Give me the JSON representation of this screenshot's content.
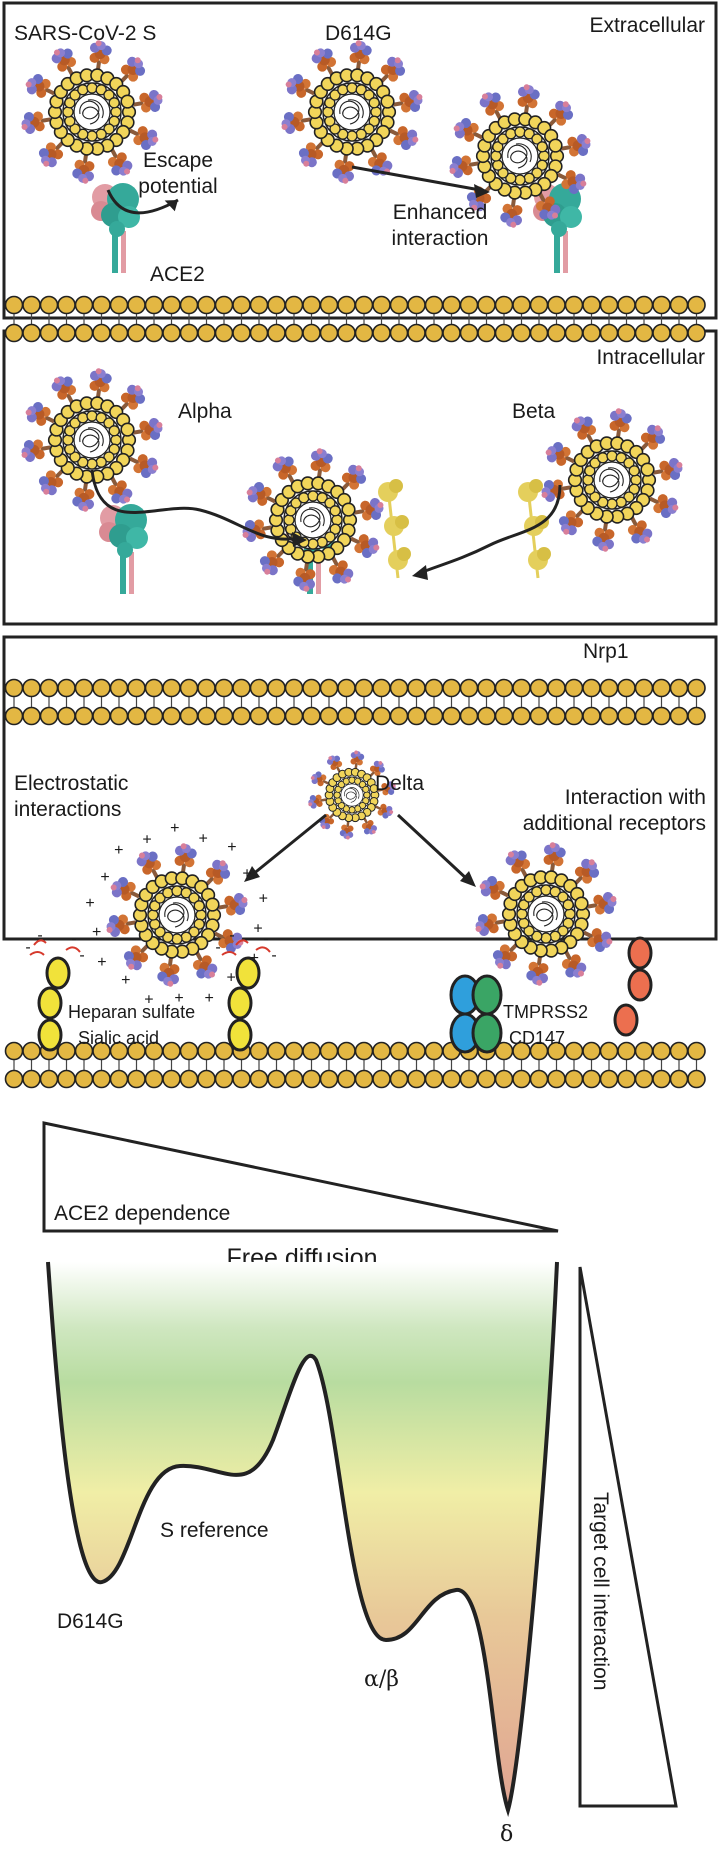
{
  "panel1": {
    "variant_label": "SARS-CoV-2 S",
    "d614g_label": "D614G",
    "extracellular_label": "Extracellular",
    "escape_label_line1": "Escape",
    "escape_label_line2": "potential",
    "enhanced_label_line1": "Enhanced",
    "enhanced_label_line2": "interaction",
    "ace2_label": "ACE2",
    "intracellular_label": "Intracellular"
  },
  "panel2": {
    "alpha_label": "Alpha",
    "beta_label": "Beta",
    "nrp1_label": "Nrp1"
  },
  "panel3": {
    "electrostatic_line1": "Electrostatic",
    "electrostatic_line2": "interactions",
    "delta_label": "Delta",
    "receptors_line1": "Interaction with",
    "receptors_line2": "additional receptors",
    "heparan_label": "Heparan sulfate",
    "sialic_label": "Sialic acid",
    "tmprss2_label": "TMPRSS2",
    "cd147_label": "CD147"
  },
  "landscape": {
    "ace2_dependence_label": "ACE2 dependence",
    "free_diffusion_label": "Free diffusion",
    "s_reference_label": "S reference",
    "d614g_label": "D614G",
    "alpha_beta_label": "α/β",
    "delta_label": "δ",
    "target_cell_label": "Target cell interaction"
  },
  "colors": {
    "membrane": "#e3b743",
    "spike_orange": "#c8662a",
    "spike_blue": "#6a6fc4",
    "ace2_teal": "#35a99a",
    "ace2_pink": "#e29ca4",
    "nrp1_yellow": "#e4cf5c",
    "tmprss2_blue": "#2f9fdc",
    "tmprss2_green": "#3aa565",
    "cd147_orange": "#ec6f4f",
    "gradient_top": "#ffffff",
    "gradient_green": "#b8dca0",
    "gradient_yellow": "#f0eea6",
    "gradient_bottom": "#e0a492"
  }
}
